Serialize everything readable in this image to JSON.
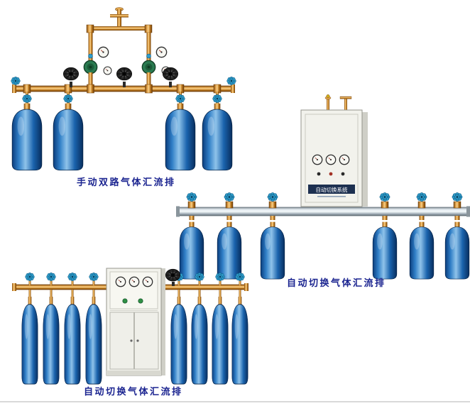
{
  "page": {
    "background": "#ffffff",
    "bottom_rule_color": "#d9d9d9"
  },
  "products": {
    "manual_dual": {
      "caption": "手动双路气体汇流排",
      "cylinder_count": 4
    },
    "auto_switch_wall": {
      "caption": "自动切换气体汇流排",
      "cabinet_label": "自动切换系统",
      "cylinder_count": 6
    },
    "auto_switch_floor": {
      "caption": "自动切换气体汇流排",
      "cylinder_count": 8
    }
  },
  "colors": {
    "caption_text": "#1b2490",
    "brass": "#c9801f",
    "cylinder_blue": "#1a63ad",
    "valve_teal": "#2f9cc8",
    "cabinet": "#f2f2ec",
    "regulator_green": "#2a7a50",
    "manifold_bar_silver": "#b9c3c9",
    "cabinet_label_bg": "#1d3050"
  }
}
